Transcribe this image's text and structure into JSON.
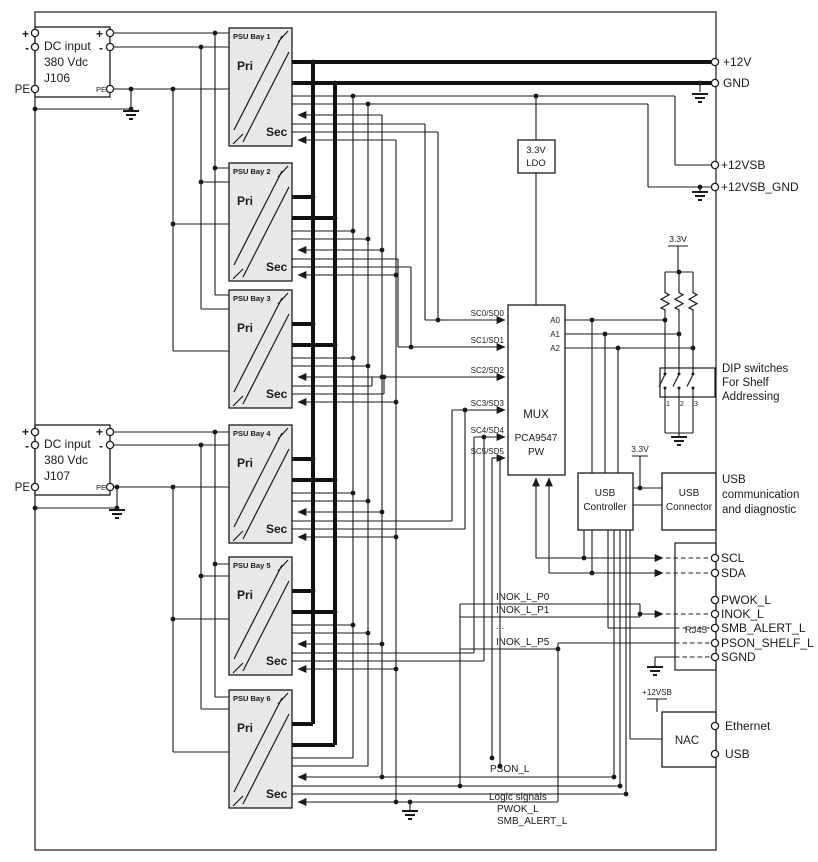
{
  "diagram": {
    "dc_inputs": [
      {
        "plus": "+",
        "minus": "-",
        "pe": "PE",
        "plus_inner": "+",
        "minus_inner": "-",
        "pe_inner": "PE",
        "name_lines": [
          "DC input",
          "380 Vdc",
          "J106"
        ]
      },
      {
        "plus": "+",
        "minus": "-",
        "pe": "PE",
        "plus_inner": "+",
        "minus_inner": "-",
        "pe_inner": "PE",
        "name_lines": [
          "DC input",
          "380 Vdc",
          "J107"
        ]
      }
    ],
    "psu": {
      "pri": "Pri",
      "sec": "Sec",
      "bays": [
        {
          "label": "PSU Bay 1"
        },
        {
          "label": "PSU Bay 2"
        },
        {
          "label": "PSU Bay 3"
        },
        {
          "label": "PSU Bay 4"
        },
        {
          "label": "PSU Bay 5"
        },
        {
          "label": "PSU Bay 6"
        }
      ]
    },
    "ldo_lines": [
      "3.3V",
      "LDO"
    ],
    "mux": {
      "title": "MUX",
      "part": "PCA9547",
      "package": "PW",
      "address_pins": [
        "A0",
        "A1",
        "A2"
      ],
      "channel_labels": [
        "SC0/SD0",
        "SC1/SD1",
        "SC2/SD2",
        "SC3/SD3",
        "SC4/SD4",
        "SC5/SD5"
      ]
    },
    "dip": {
      "supply": "3.3V",
      "switch_numbers": [
        "1",
        "2",
        "3"
      ],
      "caption_lines": [
        "DIP switches",
        "For Shelf",
        "Addressing"
      ]
    },
    "usb_controller_lines": [
      "USB",
      "Controller"
    ],
    "usb_connector_lines": [
      "USB",
      "Connector"
    ],
    "usb_caption_lines": [
      "USB",
      "communication",
      "and diagnostic"
    ],
    "usb_supply": "3.3V",
    "rj45_label": "RJ45",
    "nac": {
      "label": "NAC",
      "supply": "+12VSB"
    },
    "right_pins": {
      "p12v": "+12V",
      "gnd": "GND",
      "p12vsb": "+12VSB",
      "p12vsb_gnd": "+12VSB_GND",
      "scl": "SCL",
      "sda": "SDA",
      "pwok": "PWOK_L",
      "inok": "INOK_L",
      "smb_alert": "SMB_ALERT_L",
      "pson_shelf": "PSON_SHELF_L",
      "sgnd": "SGND",
      "ethernet": "Ethernet",
      "usb": "USB"
    },
    "inok_bundle": [
      "INOK_L_P0",
      "INOK_L_P1",
      "...",
      "INOK_L_P5"
    ],
    "bottom": {
      "pson": "PSON_L",
      "logic_lines": [
        "Logic signals",
        "PWOK_L",
        "SMB_ALERT_L"
      ]
    },
    "colors": {
      "line": "#1a1a1a",
      "psu_fill": "#e8e8e8",
      "background": "#ffffff"
    }
  }
}
